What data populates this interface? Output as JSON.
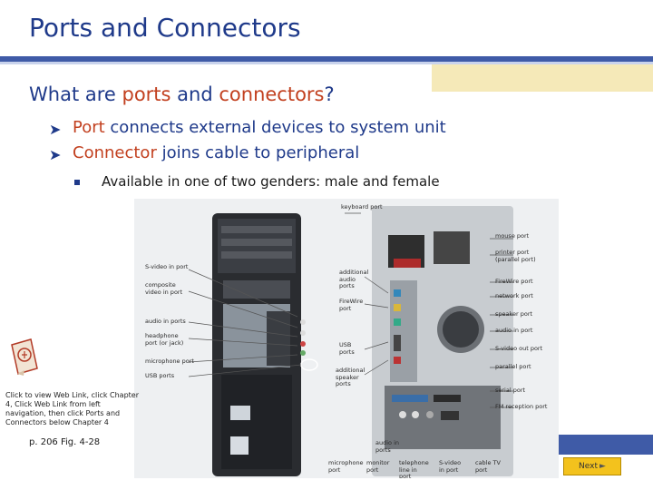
{
  "title": "Ports and Connectors",
  "question": {
    "prefix": "What are ",
    "term1": "ports",
    "middle": " and ",
    "term2": "connectors",
    "suffix": "?"
  },
  "bullets": [
    {
      "term": "Port",
      "text": " connects external devices to system unit"
    },
    {
      "term": "Connector",
      "text": " joins cable to peripheral"
    }
  ],
  "sub_bullet": "Available in one of two genders: male and female",
  "figure_labels": {
    "keyboard_port": "keyboard port",
    "mouse_port": "mouse port",
    "printer_port": "printer port (parallel port)",
    "firewire_port_right": "FireWire port",
    "network_port": "network port",
    "speaker_port": "speaker port",
    "audio_in_port": "audio in port",
    "s_video_out_port": "S-video out port",
    "parallel_port": "parallel port",
    "serial_port": "serial port",
    "fm_reception_port": "FM reception port",
    "s_video_in_port": "S-video in port",
    "composite_video_in_port": "composite video in port",
    "audio_in_ports": "audio in ports",
    "headphone_port": "headphone port (or jack)",
    "microphone_port": "microphone port",
    "usb_ports_left": "USB ports",
    "additional_audio_ports": "additional audio ports",
    "firewire_port_mid": "FireWire port",
    "usb_ports_mid": "USB ports",
    "additional_speaker_ports": "additional speaker ports",
    "bottom_microphone_port": "microphone port",
    "bottom_audio_in_ports": "audio in ports",
    "bottom_telephone_line_in_port": "telephone line in port",
    "bottom_monitor_port": "monitor port",
    "bottom_s_video_in_port": "S-video in port",
    "bottom_cable_tv_port": "cable TV port"
  },
  "web_link_text": "Click to view Web Link, click Chapter 4, Click Web Link from left navigation, then click Ports and Connectors below Chapter 4",
  "page_ref": "p. 206 Fig. 4-28",
  "next_label": "Next"
}
